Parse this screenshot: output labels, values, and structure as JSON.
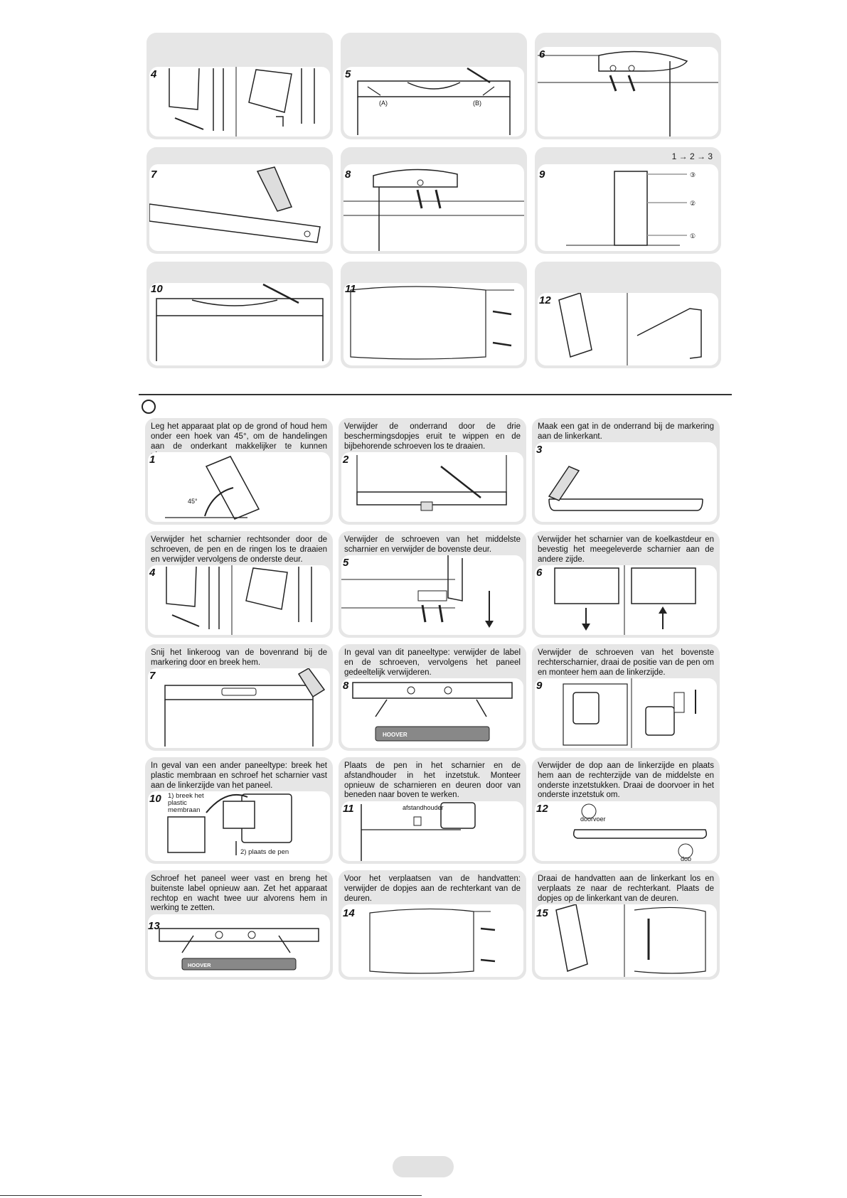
{
  "top_grid": {
    "panels": [
      {
        "num": "4"
      },
      {
        "num": "5",
        "label_a": "(A)",
        "label_b": "(B)"
      },
      {
        "num": "6"
      },
      {
        "num": "7"
      },
      {
        "num": "8"
      },
      {
        "num": "9",
        "sequence": "1 → 2 → 3",
        "c1": "①",
        "c2": "②",
        "c3": "③"
      },
      {
        "num": "10"
      },
      {
        "num": "11"
      },
      {
        "num": "12"
      }
    ]
  },
  "steps": [
    {
      "num": "1",
      "text": "Leg het apparaat plat op de grond of houd hem onder een hoek van 45°, om de handelingen aan de onderkant makkelijker te kunnen uitvoeren.",
      "angle_label": "45°"
    },
    {
      "num": "2",
      "text": "Verwijder de onderrand door de drie beschermingsdopjes eruit te wippen en de bijbehorende schroeven los te draaien."
    },
    {
      "num": "3",
      "text": "Maak een gat in de onderrand bij de markering aan de linkerkant."
    },
    {
      "num": "4",
      "text": "Verwijder het scharnier rechtsonder door de schroeven, de pen en de ringen los te draaien en verwijder vervolgens de onderste deur."
    },
    {
      "num": "5",
      "text": "Verwijder de schroeven van het middelste scharnier en verwijder de bovenste deur."
    },
    {
      "num": "6",
      "text": "Verwijder het scharnier van de koelkastdeur en bevestig het meegeleverde scharnier aan de andere zijde."
    },
    {
      "num": "7",
      "text": "Snij het linkeroog van de bovenrand bij de markering door en breek hem."
    },
    {
      "num": "8",
      "text": "In geval van dit paneeltype: verwijder de label en de schroeven, vervolgens het paneel gedeeltelijk verwijderen.",
      "brand": "HOOVER"
    },
    {
      "num": "9",
      "text": "Verwijder de schroeven van het bovenste rechterscharnier, draai de positie van de pen om en monteer hem aan de linkerzijde."
    },
    {
      "num": "10",
      "text": "In geval van een ander paneeltype: breek het plastic membraan en schroef het scharnier vast aan de linkerzijde van het paneel.",
      "note1": "1) breek het plastic membraan",
      "note2": "2) plaats de pen"
    },
    {
      "num": "11",
      "text": "Plaats de pen in het scharnier en de afstandhouder in het inzetstuk. Monteer opnieuw de scharnieren en deuren door van beneden naar boven te werken.",
      "label": "afstandhouder"
    },
    {
      "num": "12",
      "text": "Verwijder de dop aan de linkerzijde en plaats hem aan de rechterzijde van de middelste en onderste inzetstukken. Draai de doorvoer in het onderste inzetstuk om.",
      "label_top": "doorvoer",
      "label_bottom": "dop"
    },
    {
      "num": "13",
      "text": "Schroef het paneel weer vast en breng het buitenste label opnieuw aan. Zet het apparaat rechtop en wacht twee uur alvorens hem in werking te zetten.",
      "brand": "HOOVER"
    },
    {
      "num": "14",
      "text": "Voor het verplaatsen van de handvatten: verwijder de dopjes aan de rechterkant van de deuren."
    },
    {
      "num": "15",
      "text": "Draai de handvatten aan de linkerkant los en verplaats ze naar de rechterkant. Plaats de dopjes op de linkerkant van de deuren."
    }
  ]
}
